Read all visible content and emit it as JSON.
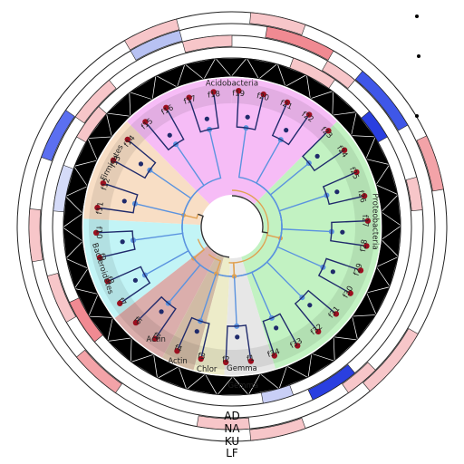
{
  "phyla": [
    {
      "key": "acidobacteria",
      "label": "Acidobacteria",
      "color": "#f5b8f5"
    },
    {
      "key": "proteobacteria",
      "label": "Proteobacteria",
      "color": "#bff1bf"
    },
    {
      "key": "firmicutes",
      "label": "Firmicutes",
      "color": "#f8dcc2"
    },
    {
      "key": "bacteroidetes",
      "label": "Bacteroidetes",
      "color": "#bff3f6"
    },
    {
      "key": "actin1",
      "label": "Actin",
      "color": "#d9aaa8"
    },
    {
      "key": "actin2",
      "label": "Actin",
      "color": "#cfb7a0"
    },
    {
      "key": "chlor",
      "label": "Chlor",
      "color": "#ecebc6"
    },
    {
      "key": "gemma",
      "label": "Gemma",
      "color": "#e6e6e6"
    }
  ],
  "gemma_label": "Gemma",
  "leaves": [
    "f1",
    "f2",
    "f3",
    "f4",
    "f5",
    "f6",
    "f7",
    "f8",
    "f9",
    "f10",
    "f11",
    "f12",
    "f13",
    "f14",
    "f15",
    "f16",
    "f17",
    "f18",
    "f19",
    "f20",
    "f21",
    "f22",
    "f23",
    "f24",
    "f25",
    "f26",
    "f27",
    "f28",
    "f29",
    "f30",
    "f31",
    "f32",
    "f33",
    "f34"
  ],
  "rings": [
    {
      "label": "AD"
    },
    {
      "label": "NA"
    },
    {
      "label": "KU"
    },
    {
      "label": "LF"
    }
  ],
  "colors": {
    "positive": "#e8434f",
    "negative": "#2a3fe0",
    "node_dark": "#1f2a6b",
    "node_light": "#5b93df",
    "leaf_node": "#9c0f1f",
    "branch_root": "#e0a050"
  }
}
